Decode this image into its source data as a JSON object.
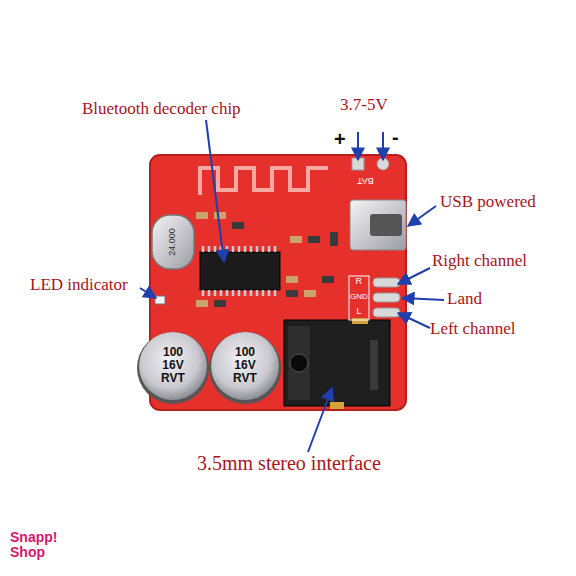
{
  "diagram": {
    "labels": [
      "Bluetooth decoder chip",
      "3.7-5V",
      "+",
      "-",
      "USB powered",
      "Right channel",
      "Land",
      "Left channel",
      "LED indicator",
      "3.5mm stereo interface",
      "24.000",
      "100 16V RVT",
      "100 16V RVT",
      "BAT",
      "R",
      "GND",
      "L",
      "Snapp! Shop"
    ]
  }
}
